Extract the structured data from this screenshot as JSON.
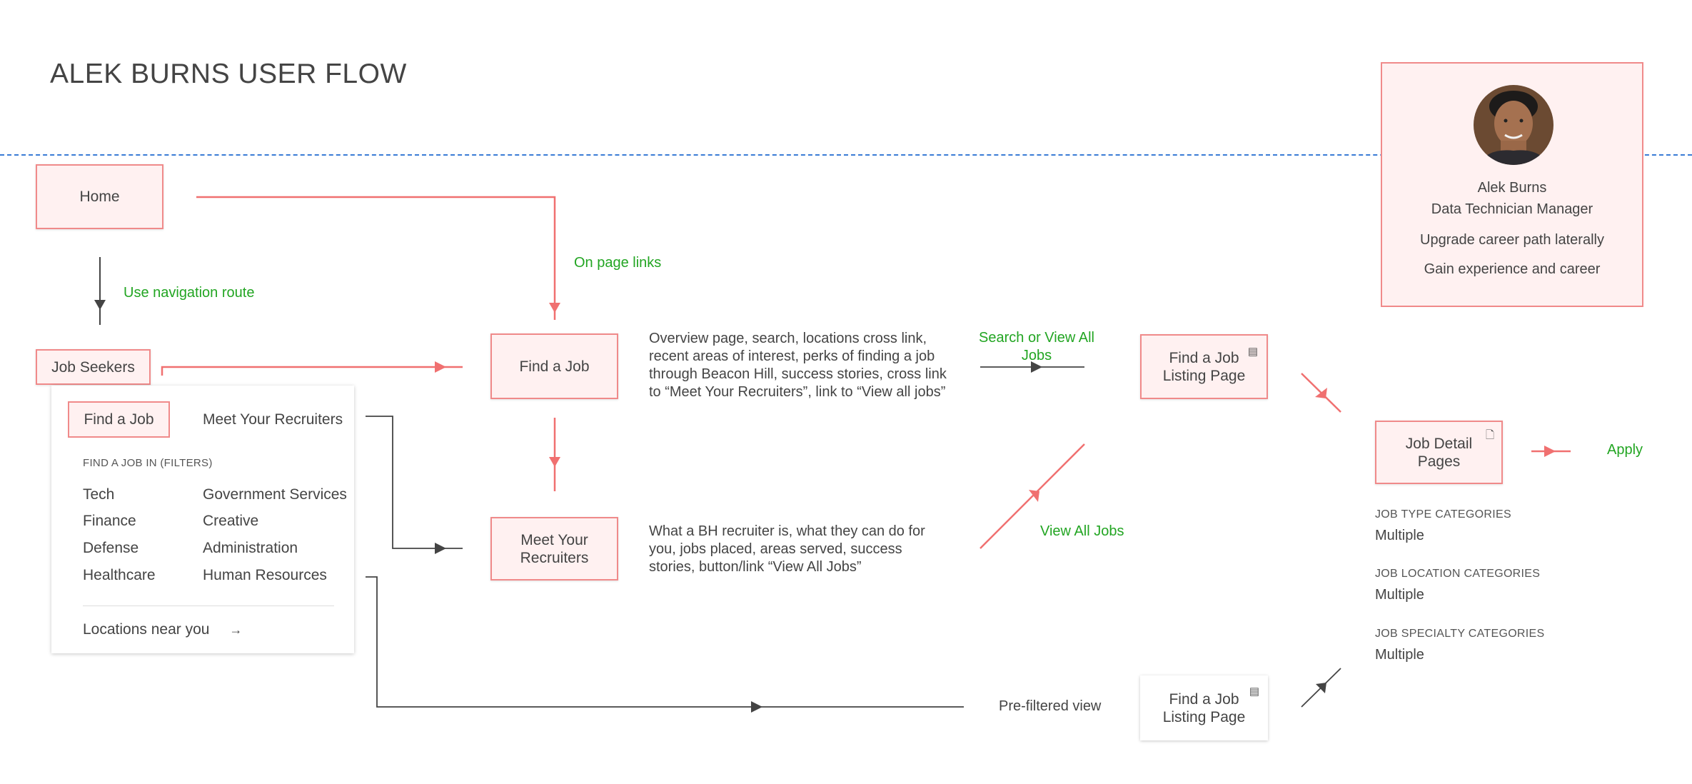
{
  "title": "ALEK BURNS USER FLOW",
  "nodes": {
    "home": "Home",
    "job_seekers": "Job Seekers",
    "find_a_job": "Find a Job",
    "meet_recruiters": "Meet Your Recruiters",
    "listing_top": "Find a Job Listing Page",
    "listing_bottom": "Find a Job Listing Page",
    "job_detail": "Job Detail Pages"
  },
  "labels": {
    "use_navigation": "Use navigation route",
    "on_page_links": "On page links",
    "search_or_view_all": "Search or View All Jobs",
    "view_all_jobs": "View All Jobs",
    "apply": "Apply",
    "pre_filtered": "Pre-filtered view"
  },
  "descriptions": {
    "find_a_job": "Overview page, search, locations cross link, recent areas of interest, perks of finding a job through Beacon Hill, success stories, cross link to “Meet Your Recruiters”, link to “View all jobs”",
    "meet_recruiters": "What a BH recruiter is, what they can do for you, jobs placed, areas served, success stories, button/link “View All Jobs”"
  },
  "menu": {
    "tab_active": "Find a Job",
    "tab_other": "Meet Your Recruiters",
    "filters_heading": "FIND A JOB IN (FILTERS)",
    "left_items": [
      "Tech",
      "Finance",
      "Defense",
      "Healthcare"
    ],
    "right_items": [
      "Government Services",
      "Creative",
      "Administration",
      "Human Resources"
    ],
    "locations": "Locations near you",
    "locations_arrow": "→"
  },
  "persona": {
    "name": "Alek Burns",
    "role": "Data Technician Manager",
    "goal_1": "Upgrade career path laterally",
    "goal_2": "Gain experience and career"
  },
  "categories": [
    {
      "heading": "JOB TYPE CATEGORIES",
      "value": "Multiple"
    },
    {
      "heading": "JOB LOCATION CATEGORIES",
      "value": "Multiple"
    },
    {
      "heading": "JOB SPECIALTY CATEGORIES",
      "value": "Multiple"
    }
  ],
  "icons": {
    "list_icon": "list-icon",
    "doc_icon": "document-icon",
    "arrow_icon": "arrow-right-icon"
  },
  "colors": {
    "node_fill": "#fff1f1",
    "node_border": "#f08a8a",
    "flow_red": "#f07070",
    "label_green": "#22a522",
    "divider_blue": "#3a7bd5"
  }
}
